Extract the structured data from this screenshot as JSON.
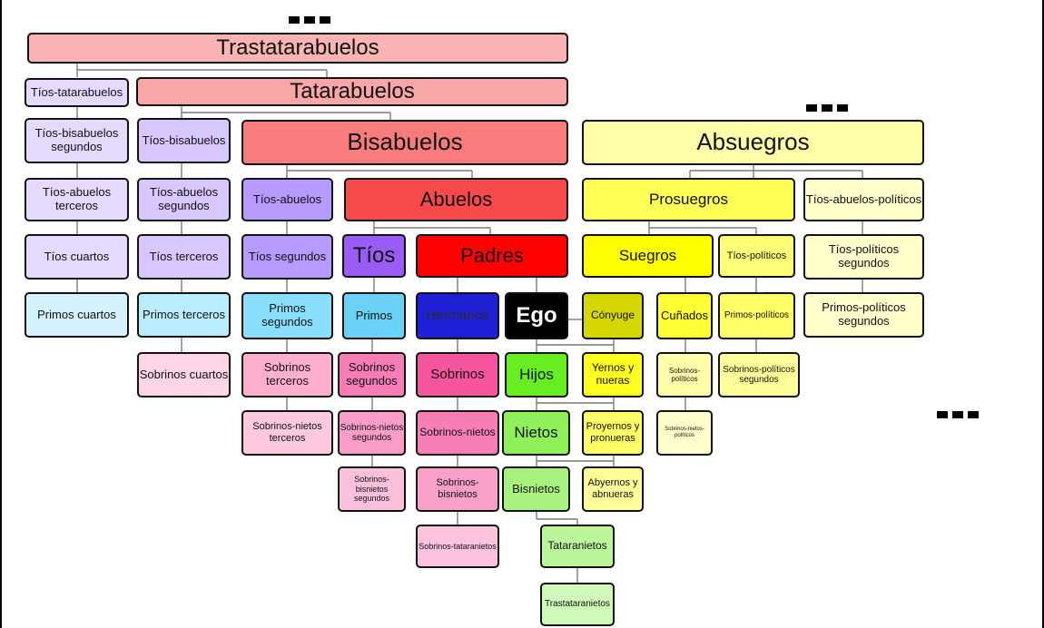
{
  "nodes": {
    "trastatarabuelos": "Trastatarabuelos",
    "tatarabuelos": "Tatarabuelos",
    "bisabuelos": "Bisabuelos",
    "abuelos": "Abuelos",
    "tios": "Tíos",
    "padres": "Padres",
    "ego": "Ego",
    "tios_tatarabuelos": "Tíos-tatarabuelos",
    "tios_bisabuelos_segundos": "Tíos-bisabuelos segundos",
    "tios_abuelos_terceros": "Tíos-abuelos terceros",
    "tios_cuartos": "Tíos cuartos",
    "primos_cuartos": "Primos cuartos",
    "tios_bisabuelos": "Tíos-bisabuelos",
    "tios_abuelos_segundos": "Tíos-abuelos segundos",
    "tios_terceros": "Tíos terceros",
    "primos_terceros": "Primos terceros",
    "sobrinos_cuartos": "Sobrinos cuartos",
    "tios_abuelos": "Tíos-abuelos",
    "tios_segundos": "Tíos segundos",
    "primos_segundos": "Primos segundos",
    "sobrinos_terceros": "Sobrinos terceros",
    "sobrinos_nietos_terceros": "Sobrinos-nietos terceros",
    "primos": "Primos",
    "sobrinos_segundos": "Sobrinos segundos",
    "sobrinos_nietos_segundos": "Sobrinos-nietos segundos",
    "sobrinos_bisnietos_segundos": "Sobrinos-bisnietos segundos",
    "hermanos": "Hermanos",
    "sobrinos": "Sobrinos",
    "sobrinos_nietos": "Sobrinos-nietos",
    "sobrinos_bisnietos": "Sobrinos-bisnietos",
    "sobrinos_tataranietos": "Sobrinos-tataranietos",
    "hijos": "Hijos",
    "nietos": "Nietos",
    "bisnietos": "Bisnietos",
    "tataranietos": "Tataranietos",
    "trastataranietos": "Trastataranietos",
    "absuegros": "Absuegros",
    "prosuegros": "Prosuegros",
    "tios_abuelos_politicos": "Tíos-abuelos-políticos",
    "tios_politicos_segundos": "Tíos-políticos segundos",
    "primos_politicos_segundos": "Primos-políticos segundos",
    "suegros": "Suegros",
    "tios_politicos": "Tíos-políticos",
    "conyuge": "Cónyuge",
    "cunados": "Cuñados",
    "primos_politicos": "Primos-políticos",
    "yernos_nueras": "Yernos y nueras",
    "sobrinos_politicos": "Sobrinos-políticos",
    "sobrinos_politicos_segundos": "Sobrinos-políticos segundos",
    "proyernos_pronueras": "Proyernos y pronueras",
    "sobrinos_nietos_politicos": "Sobrinos-nietos-políticos",
    "abyernos_abnueras": "Abyernos y abnueras"
  },
  "colors": {
    "red_dark": "#f87c7c",
    "red": "#ff0000",
    "purple": "#9b5cf6",
    "blue": "#1f1fd6",
    "green": "#66ee22",
    "yellow": "#ffff00",
    "ego": "#000000"
  },
  "continuation_markers": [
    "top-center",
    "upper-right",
    "right"
  ]
}
